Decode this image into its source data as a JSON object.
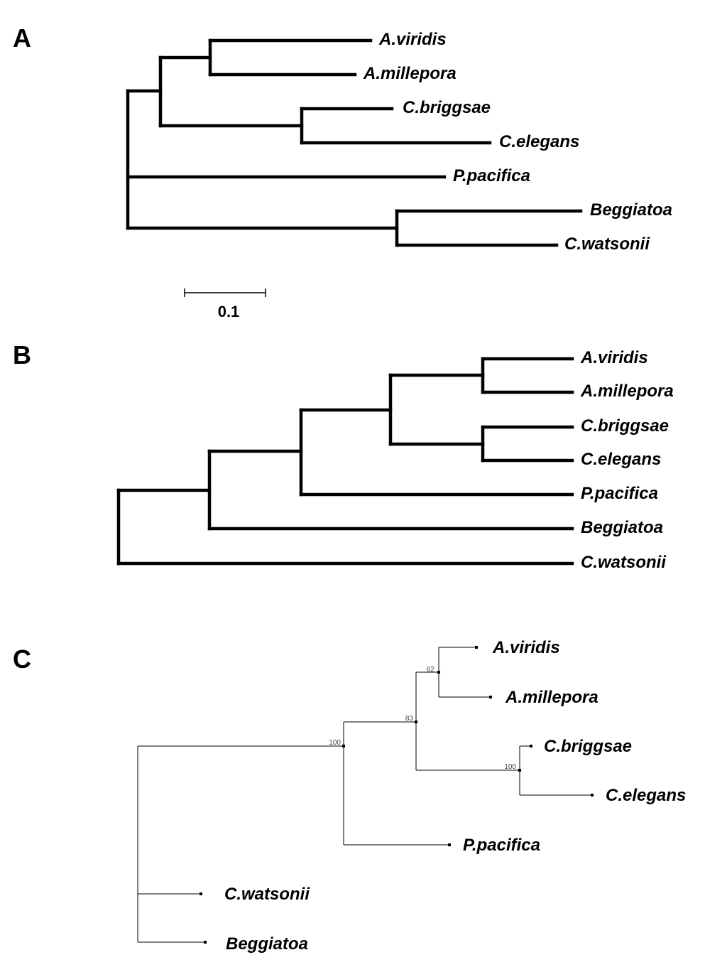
{
  "panels": {
    "A": {
      "label": "A",
      "taxa": {
        "aviridis": "A.viridis",
        "amillepora": "A.millepora",
        "cbriggsae": "C.briggsae",
        "celegans": "C.elegans",
        "ppacifica": "P.pacifica",
        "beggiatoa": "Beggiatoa",
        "cwatsonii": "C.watsonii"
      },
      "scale_bar_label": "0.1",
      "scale_bar_value": 0.1
    },
    "B": {
      "label": "B",
      "taxa": {
        "aviridis": "A.viridis",
        "amillepora": "A.millepora",
        "cbriggsae": "C.briggsae",
        "celegans": "C.elegans",
        "ppacifica": "P.pacifica",
        "beggiatoa": "Beggiatoa",
        "cwatsonii": "C.watsonii"
      }
    },
    "C": {
      "label": "C",
      "taxa": {
        "aviridis": "A.viridis",
        "amillepora": "A.millepora",
        "cbriggsae": "C.briggsae",
        "celegans": "C.elegans",
        "ppacifica": "P.pacifica",
        "cwatsonii": "C.watsonii",
        "beggiatoa": "Beggiatoa"
      },
      "bootstrap": {
        "aviridis_amillepora": "62",
        "a_c_clade": "83",
        "c_clade": "100",
        "ingroup": "100"
      }
    }
  }
}
